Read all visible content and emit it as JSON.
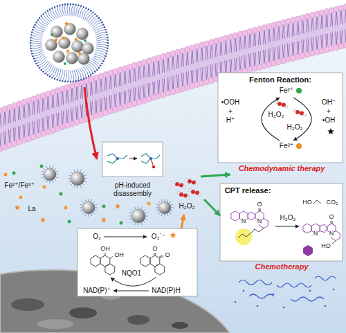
{
  "diagram": {
    "nodes": [
      {
        "text": [
          "Fenton Reaction:",
          "•OOH",
          "+",
          "H⁺",
          "Fe²⁺",
          "H₂O₂",
          "H₂O₂",
          "Fe³⁺",
          "OH⁻",
          "+",
          "•OH",
          "Chemodynamic therapy"
        ]
      },
      {
        "text": [
          "pH-induced disassembly"
        ]
      },
      {
        "text": [
          "H₂O₂"
        ]
      },
      {
        "text": [
          "CPT release:",
          "N",
          "N",
          "O",
          "H₂O₂",
          "HO",
          "CO₂",
          "N",
          "N",
          "O",
          "HO",
          "Chemotherapy"
        ]
      },
      {
        "text": [
          "O₂",
          "O₂˙⁻",
          "OH",
          "OH",
          "O",
          "O",
          "NQO1",
          "NAD(P)⁺",
          "NAD(P)H"
        ]
      }
    ],
    "edges": [
      {
        "from": 4,
        "to": 2,
        "arrow": "to"
      },
      {
        "from": 2,
        "to": 0,
        "arrow": "to"
      },
      {
        "from": 2,
        "to": 3,
        "arrow": "to"
      }
    ],
    "labels": [
      "Fe²⁺/Fe³⁺",
      "La"
    ]
  }
}
